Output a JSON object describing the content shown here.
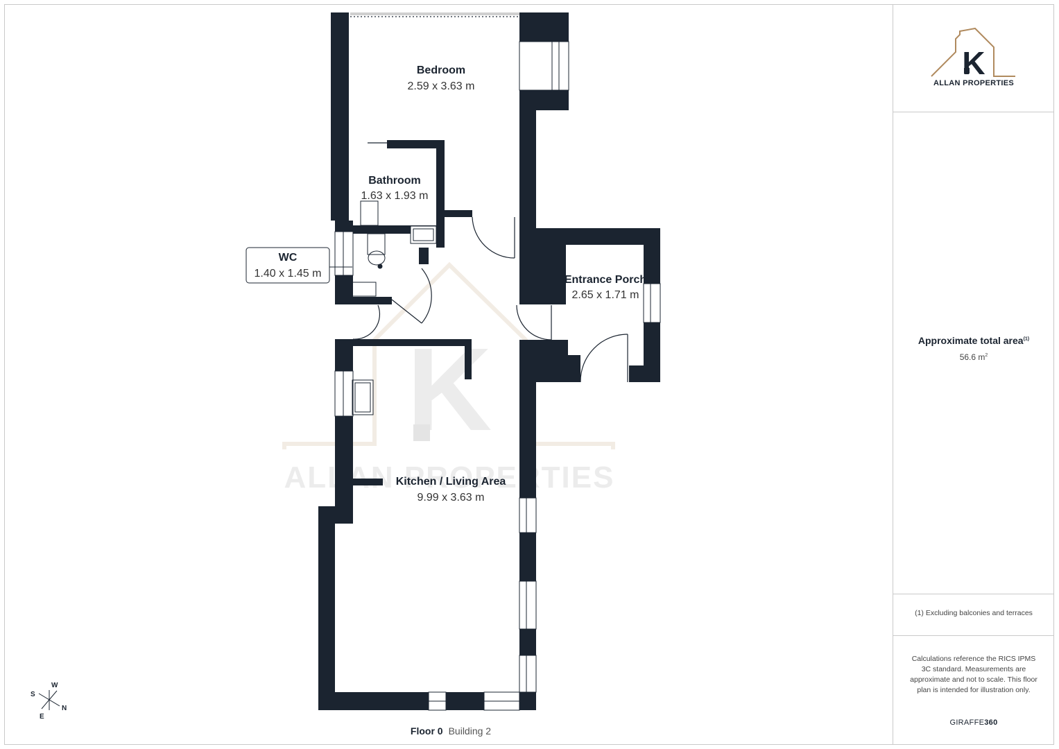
{
  "brand": {
    "name": "ALLAN PROPERTIES",
    "logo_letter": "K"
  },
  "rooms": [
    {
      "name": "Bedroom",
      "dims": "2.59 x 3.63 m"
    },
    {
      "name": "Bathroom",
      "dims": "1.63 x 1.93 m"
    },
    {
      "name": "WC",
      "dims": "1.40 x 1.45 m"
    },
    {
      "name": "Entrance Porch",
      "dims": "2.65 x 1.71 m"
    },
    {
      "name": "Kitchen / Living Area",
      "dims": "9.99 x 3.63 m"
    }
  ],
  "watermark": {
    "text": "ALLAN PROPERTIES",
    "letter": "K"
  },
  "area": {
    "label": "Approximate total area",
    "label_sup": "(1)",
    "value": "56.6 m",
    "value_sup": "2"
  },
  "note": "(1) Excluding balconies and terraces",
  "disclaimer": "Calculations reference the RICS IPMS 3C standard. Measurements are approximate and not to scale. This floor plan is intended for illustration only.",
  "credit": {
    "prefix": "GIRAFFE",
    "suffix": "360"
  },
  "footer": {
    "floor": "Floor 0",
    "building": "Building 2"
  },
  "compass": {
    "n": "N",
    "s": "S",
    "e": "E",
    "w": "W"
  },
  "colors": {
    "wall": "#1b2430",
    "accent": "#b08a5e",
    "watermark": "#e9e9e9"
  }
}
